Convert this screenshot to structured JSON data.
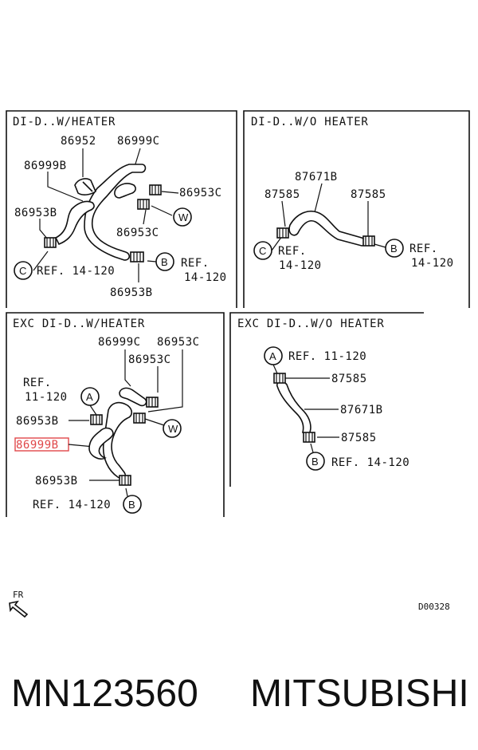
{
  "panels": {
    "tl": {
      "title": "DI-D..W/HEATER",
      "labels": [
        "86952",
        "86999C",
        "86999B",
        "86953C",
        "86953B",
        "86953C",
        "86953B"
      ],
      "refs": [
        {
          "circle": "C",
          "text": "REF. 14-120"
        },
        {
          "circle": "B",
          "text1": "REF.",
          "text2": "14-120"
        }
      ],
      "circle_w": "W"
    },
    "tr": {
      "title": "DI-D..W/O HEATER",
      "labels": [
        "87671B",
        "87585",
        "87585"
      ],
      "refs": [
        {
          "circle": "C",
          "text1": "REF.",
          "text2": "14-120"
        },
        {
          "circle": "B",
          "text1": "REF.",
          "text2": "14-120"
        }
      ]
    },
    "bl": {
      "title": "EXC DI-D..W/HEATER",
      "labels": [
        "86999C",
        "86953C",
        "86953C",
        "86953B",
        "86999B",
        "86953B"
      ],
      "ref_a": {
        "circle": "A",
        "text1": "REF.",
        "text2": "11-120"
      },
      "ref_b": {
        "circle": "B",
        "text": "REF. 14-120"
      },
      "circle_w": "W"
    },
    "br": {
      "title": "EXC DI-D..W/O HEATER",
      "labels": [
        "87585",
        "87671B",
        "87585"
      ],
      "ref_a": {
        "circle": "A",
        "text": "REF. 11-120"
      },
      "ref_b": {
        "circle": "B",
        "text": "REF. 14-120"
      }
    }
  },
  "fr_label": "FR",
  "diagram_code": "D00328",
  "footer": {
    "part_number": "MN123560",
    "brand": "MITSUBISHI"
  },
  "highlight_color": "#e0484a"
}
